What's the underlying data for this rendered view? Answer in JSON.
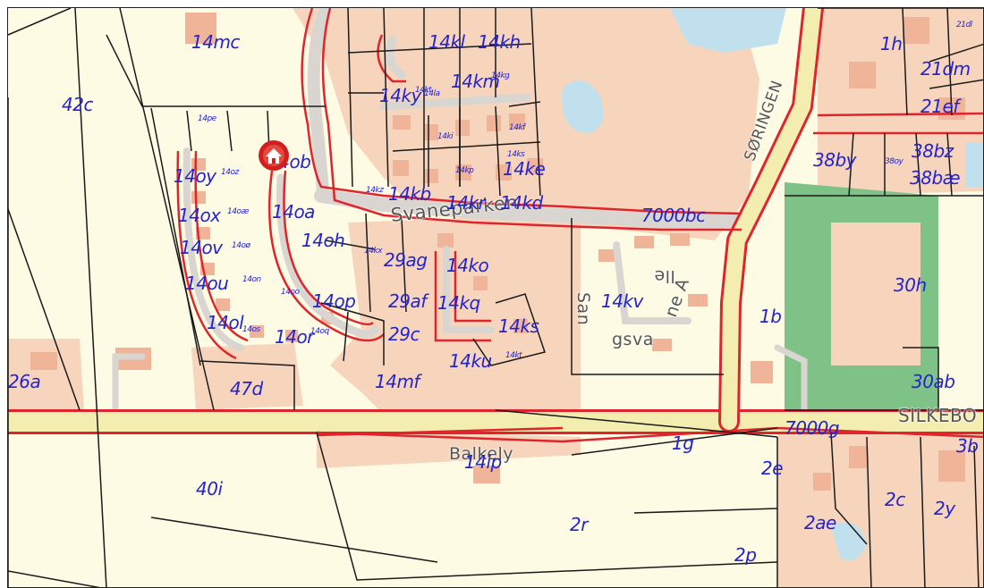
{
  "colors": {
    "background": "#fdfbe3",
    "building": "#f0b599",
    "urban_area": "#f7d5bd",
    "water": "#bfe0ec",
    "grass": "#7fc287",
    "road_fill": "#f3eeb0",
    "road_outline": "#e0242c",
    "local_road": "#d9d6d2",
    "parcel_line": "#1a1a1a",
    "parcel_label": "#2323d6",
    "road_label": "#555555",
    "marker": "#cf1f1f"
  },
  "road_labels": [
    {
      "id": "svaneparken",
      "text": "Svaneparken"
    },
    {
      "id": "soringen",
      "text": "SØRINGEN"
    },
    {
      "id": "silkeborg",
      "text": "SILKEBO"
    },
    {
      "id": "balkely",
      "text": "Balkely"
    },
    {
      "id": "sangsvane-1",
      "text": "San"
    },
    {
      "id": "sangsvane-2",
      "text": "gsva"
    },
    {
      "id": "sangsvane-3",
      "text": "ne A"
    },
    {
      "id": "sangsvane-4",
      "text": "lle"
    }
  ],
  "parcel_labels": [
    {
      "text": "14mc",
      "size": "big"
    },
    {
      "text": "42c",
      "size": "big"
    },
    {
      "text": "14pe",
      "size": "small"
    },
    {
      "text": "14ob",
      "size": "big"
    },
    {
      "text": "14oy",
      "size": "big"
    },
    {
      "text": "14oz",
      "size": "small"
    },
    {
      "text": "14ox",
      "size": "big"
    },
    {
      "text": "14oæ",
      "size": "small"
    },
    {
      "text": "14oa",
      "size": "big"
    },
    {
      "text": "14ov",
      "size": "big"
    },
    {
      "text": "14oø",
      "size": "small"
    },
    {
      "text": "14oh",
      "size": "big"
    },
    {
      "text": "14ou",
      "size": "big"
    },
    {
      "text": "14on",
      "size": "small"
    },
    {
      "text": "14oo",
      "size": "small"
    },
    {
      "text": "14op",
      "size": "big"
    },
    {
      "text": "14ol",
      "size": "big"
    },
    {
      "text": "14os",
      "size": "small"
    },
    {
      "text": "14or",
      "size": "big"
    },
    {
      "text": "14oq",
      "size": "small"
    },
    {
      "text": "14kl",
      "size": "big"
    },
    {
      "text": "14kh",
      "size": "big"
    },
    {
      "text": "14la",
      "size": "small"
    },
    {
      "text": "14ky",
      "size": "big"
    },
    {
      "text": "14kt",
      "size": "small"
    },
    {
      "text": "14km",
      "size": "big"
    },
    {
      "text": "14kg",
      "size": "small"
    },
    {
      "text": "14kf",
      "size": "small"
    },
    {
      "text": "14ki",
      "size": "small"
    },
    {
      "text": "14ke",
      "size": "big"
    },
    {
      "text": "14kp",
      "size": "small"
    },
    {
      "text": "14ks",
      "size": "small"
    },
    {
      "text": "14kb",
      "size": "big"
    },
    {
      "text": "14kz",
      "size": "small"
    },
    {
      "text": "14kr",
      "size": "big"
    },
    {
      "text": "14kd",
      "size": "big"
    },
    {
      "text": "14kx",
      "size": "small"
    },
    {
      "text": "29ag",
      "size": "big"
    },
    {
      "text": "14ko",
      "size": "big"
    },
    {
      "text": "29af",
      "size": "big"
    },
    {
      "text": "14kq",
      "size": "big"
    },
    {
      "text": "29c",
      "size": "big"
    },
    {
      "text": "14ks",
      "size": "big"
    },
    {
      "text": "14ku",
      "size": "big"
    },
    {
      "text": "14kt",
      "size": "small"
    },
    {
      "text": "14kv",
      "size": "big"
    },
    {
      "text": "14mf",
      "size": "big"
    },
    {
      "text": "47d",
      "size": "big"
    },
    {
      "text": "26a",
      "size": "big"
    },
    {
      "text": "40i",
      "size": "big"
    },
    {
      "text": "14ip",
      "size": "big"
    },
    {
      "text": "1g",
      "size": "big"
    },
    {
      "text": "2r",
      "size": "big"
    },
    {
      "text": "2p",
      "size": "big"
    },
    {
      "text": "2e",
      "size": "big"
    },
    {
      "text": "2ae",
      "size": "big"
    },
    {
      "text": "2c",
      "size": "big"
    },
    {
      "text": "2y",
      "size": "big"
    },
    {
      "text": "3b",
      "size": "big"
    },
    {
      "text": "7000bc",
      "size": "big"
    },
    {
      "text": "7000g",
      "size": "big"
    },
    {
      "text": "1b",
      "size": "big"
    },
    {
      "text": "1h",
      "size": "big"
    },
    {
      "text": "30h",
      "size": "big"
    },
    {
      "text": "30ab",
      "size": "big"
    },
    {
      "text": "38by",
      "size": "big"
    },
    {
      "text": "38oy",
      "size": "small"
    },
    {
      "text": "38bz",
      "size": "big"
    },
    {
      "text": "38bæ",
      "size": "big"
    },
    {
      "text": "21ef",
      "size": "big"
    },
    {
      "text": "21dm",
      "size": "big"
    },
    {
      "text": "21dl",
      "size": "small"
    }
  ]
}
